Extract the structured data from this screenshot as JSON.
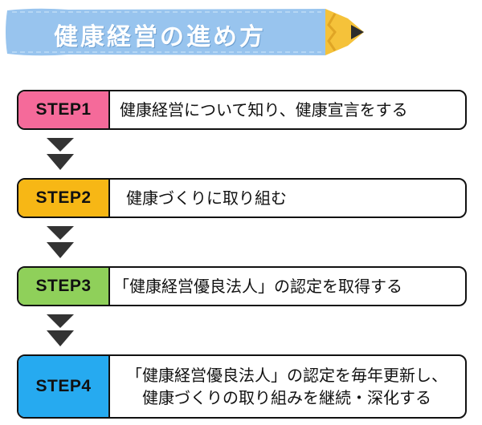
{
  "title": "健康経営の進め方",
  "colors": {
    "banner": "#98c4ee",
    "pencil_wood": "#f5c23a",
    "pencil_tip": "#2d2d2d",
    "step1": "#f56a9a",
    "step2": "#f7b715",
    "step3": "#8fd05a",
    "step4": "#26aaf0",
    "arrow": "#333333"
  },
  "steps": [
    {
      "label": "STEP1",
      "lines": [
        "健康経営について知り、健康宣言をする"
      ]
    },
    {
      "label": "STEP2",
      "lines": [
        "健康づくりに取り組む"
      ]
    },
    {
      "label": "STEP3",
      "lines": [
        "「健康経営優良法人」の認定を取得する"
      ]
    },
    {
      "label": "STEP4",
      "lines": [
        "「健康経営優良法人」の認定を毎年更新し、",
        "健康づくりの取り組みを継続・深化する"
      ]
    }
  ]
}
